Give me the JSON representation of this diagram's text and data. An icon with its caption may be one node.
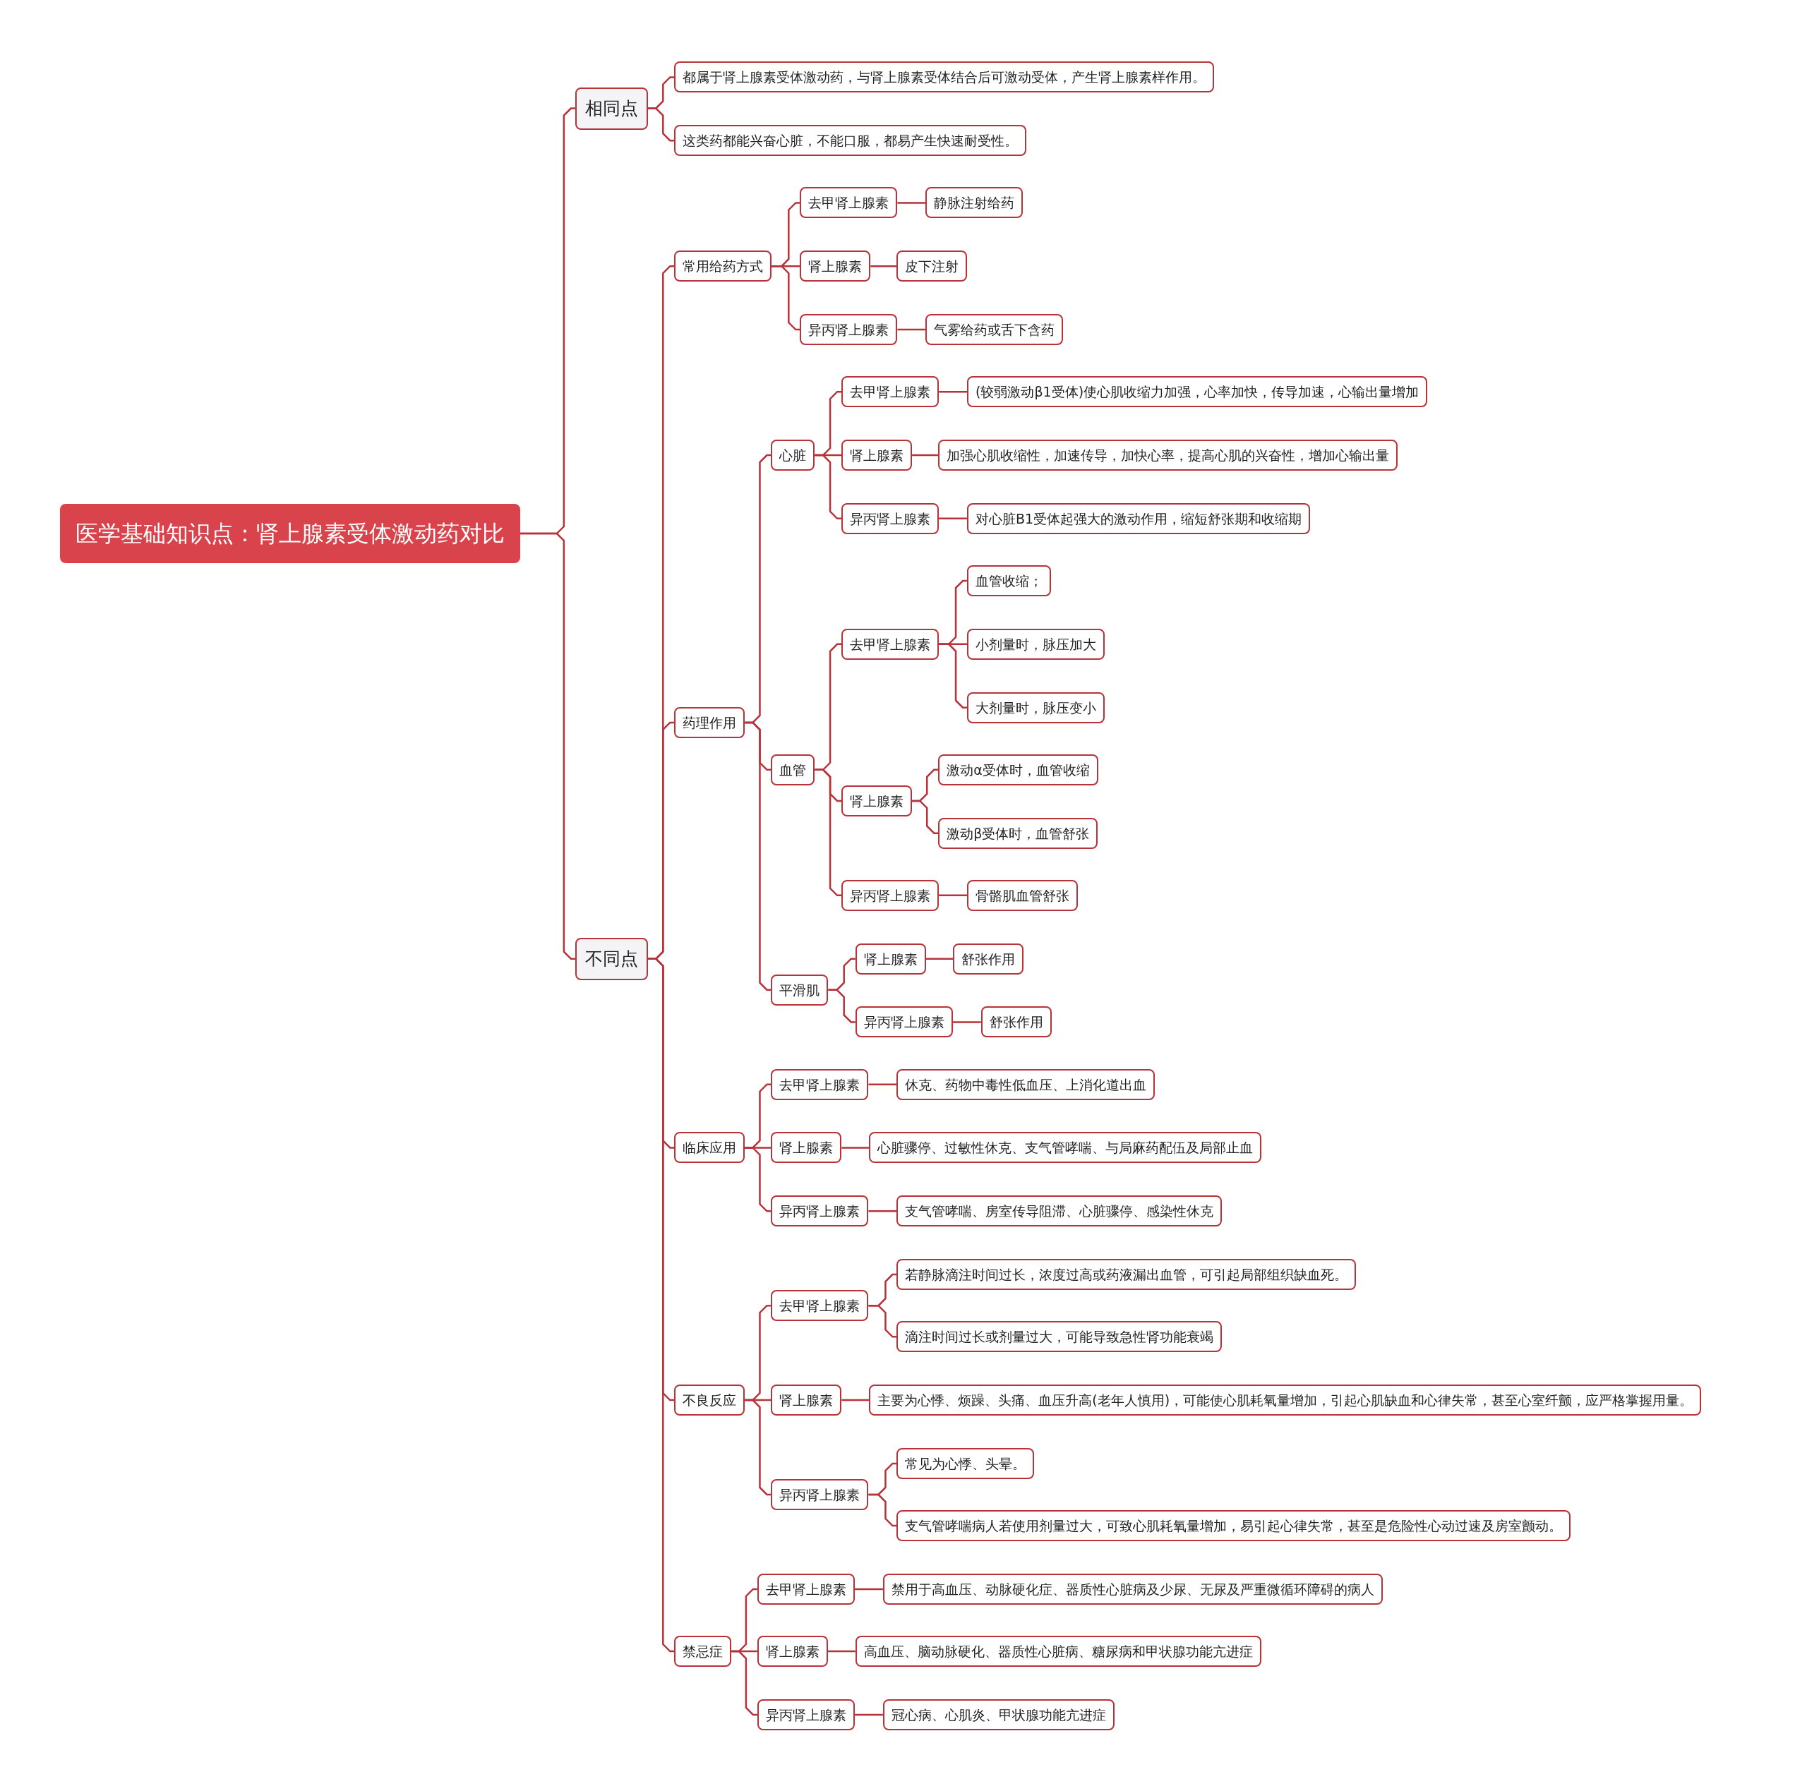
{
  "diagram": {
    "nodes": [
      {
        "text": [
          "医学基础知识点：肾上腺素受体激动药对比"
        ]
      },
      {
        "text": [
          "相同点"
        ]
      },
      {
        "text": [
          "都属于肾上腺素受体激动药，与肾上腺素受体结合后可激动受体，产生肾上腺素样作用。"
        ]
      },
      {
        "text": [
          "这类药都能兴奋心脏，不能口服，都易产生快速耐受性。"
        ]
      },
      {
        "text": [
          "不同点"
        ]
      },
      {
        "text": [
          "常用给药方式"
        ]
      },
      {
        "text": [
          "去甲肾上腺素"
        ]
      },
      {
        "text": [
          "静脉注射给药"
        ]
      },
      {
        "text": [
          "肾上腺素"
        ]
      },
      {
        "text": [
          "皮下注射"
        ]
      },
      {
        "text": [
          "异丙肾上腺素"
        ]
      },
      {
        "text": [
          "气雾给药或舌下含药"
        ]
      },
      {
        "text": [
          "药理作用"
        ]
      },
      {
        "text": [
          "心脏"
        ]
      },
      {
        "text": [
          "去甲肾上腺素"
        ]
      },
      {
        "text": [
          "(较弱激动β1受体)使心肌收缩力加强，心率加快，传导加速，心输出量增加"
        ]
      },
      {
        "text": [
          "肾上腺素"
        ]
      },
      {
        "text": [
          "加强心肌收缩性，加速传导，加快心率，提高心肌的兴奋性，增加心输出量"
        ]
      },
      {
        "text": [
          "异丙肾上腺素"
        ]
      },
      {
        "text": [
          "对心脏B1受体起强大的激动作用，缩短舒张期和收缩期"
        ]
      },
      {
        "text": [
          "血管"
        ]
      },
      {
        "text": [
          "去甲肾上腺素"
        ]
      },
      {
        "text": [
          "血管收缩；"
        ]
      },
      {
        "text": [
          "小剂量时，脉压加大"
        ]
      },
      {
        "text": [
          "大剂量时，脉压变小"
        ]
      },
      {
        "text": [
          "肾上腺素"
        ]
      },
      {
        "text": [
          "激动α受体时，血管收缩"
        ]
      },
      {
        "text": [
          "激动β受体时，血管舒张"
        ]
      },
      {
        "text": [
          "异丙肾上腺素"
        ]
      },
      {
        "text": [
          "骨骼肌血管舒张"
        ]
      },
      {
        "text": [
          "平滑肌"
        ]
      },
      {
        "text": [
          "肾上腺素"
        ]
      },
      {
        "text": [
          "舒张作用"
        ]
      },
      {
        "text": [
          "异丙肾上腺素"
        ]
      },
      {
        "text": [
          "舒张作用"
        ]
      },
      {
        "text": [
          "临床应用"
        ]
      },
      {
        "text": [
          "去甲肾上腺素"
        ]
      },
      {
        "text": [
          "休克、药物中毒性低血压、上消化道出血"
        ]
      },
      {
        "text": [
          "肾上腺素"
        ]
      },
      {
        "text": [
          "心脏骤停、过敏性休克、支气管哮喘、与局麻药配伍及局部止血"
        ]
      },
      {
        "text": [
          "异丙肾上腺素"
        ]
      },
      {
        "text": [
          "支气管哮喘、房室传导阻滞、心脏骤停、感染性休克"
        ]
      },
      {
        "text": [
          "不良反应"
        ]
      },
      {
        "text": [
          "去甲肾上腺素"
        ]
      },
      {
        "text": [
          "若静脉滴注时间过长，浓度过高或药液漏出血管，可引起局部组织缺血死。"
        ]
      },
      {
        "text": [
          "滴注时间过长或剂量过大，可能导致急性肾功能衰竭"
        ]
      },
      {
        "text": [
          "肾上腺素"
        ]
      },
      {
        "text": [
          "主要为心悸、烦躁、头痛、血压升高(老年人慎用)，可能使心肌耗氧量增加，引起心肌缺血和心律失常，甚至心室纤颤，应严格掌握用量。"
        ]
      },
      {
        "text": [
          "异丙肾上腺素"
        ]
      },
      {
        "text": [
          "常见为心悸、头晕。"
        ]
      },
      {
        "text": [
          "支气管哮喘病人若使用剂量过大，可致心肌耗氧量增加，易引起心律失常，甚至是危险性心动过速及房室颤动。"
        ]
      },
      {
        "text": [
          "禁忌症"
        ]
      },
      {
        "text": [
          "去甲肾上腺素"
        ]
      },
      {
        "text": [
          "禁用于高血压、动脉硬化症、器质性心脏病及少尿、无尿及严重微循环障碍的病人"
        ]
      },
      {
        "text": [
          "肾上腺素"
        ]
      },
      {
        "text": [
          "高血压、脑动脉硬化、器质性心脏病、糖尿病和甲状腺功能亢进症"
        ]
      },
      {
        "text": [
          "异丙肾上腺素"
        ]
      },
      {
        "text": [
          "冠心病、心肌炎、甲状腺功能亢进症"
        ]
      }
    ],
    "edges": [
      {
        "from": 0,
        "to": 1,
        "arrow": "none"
      },
      {
        "from": 1,
        "to": 2,
        "arrow": "none"
      },
      {
        "from": 1,
        "to": 3,
        "arrow": "none"
      },
      {
        "from": 0,
        "to": 4,
        "arrow": "none"
      },
      {
        "from": 4,
        "to": 5,
        "arrow": "none"
      },
      {
        "from": 5,
        "to": 6,
        "arrow": "none"
      },
      {
        "from": 6,
        "to": 7,
        "arrow": "none"
      },
      {
        "from": 5,
        "to": 8,
        "arrow": "none"
      },
      {
        "from": 8,
        "to": 9,
        "arrow": "none"
      },
      {
        "from": 5,
        "to": 10,
        "arrow": "none"
      },
      {
        "from": 10,
        "to": 11,
        "arrow": "none"
      },
      {
        "from": 4,
        "to": 12,
        "arrow": "none"
      },
      {
        "from": 12,
        "to": 13,
        "arrow": "none"
      },
      {
        "from": 13,
        "to": 14,
        "arrow": "none"
      },
      {
        "from": 14,
        "to": 15,
        "arrow": "none"
      },
      {
        "from": 13,
        "to": 16,
        "arrow": "none"
      },
      {
        "from": 16,
        "to": 17,
        "arrow": "none"
      },
      {
        "from": 13,
        "to": 18,
        "arrow": "none"
      },
      {
        "from": 18,
        "to": 19,
        "arrow": "none"
      },
      {
        "from": 12,
        "to": 20,
        "arrow": "none"
      },
      {
        "from": 20,
        "to": 21,
        "arrow": "none"
      },
      {
        "from": 21,
        "to": 22,
        "arrow": "none"
      },
      {
        "from": 21,
        "to": 23,
        "arrow": "none"
      },
      {
        "from": 21,
        "to": 24,
        "arrow": "none"
      },
      {
        "from": 20,
        "to": 25,
        "arrow": "none"
      },
      {
        "from": 25,
        "to": 26,
        "arrow": "none"
      },
      {
        "from": 25,
        "to": 27,
        "arrow": "none"
      },
      {
        "from": 20,
        "to": 28,
        "arrow": "none"
      },
      {
        "from": 28,
        "to": 29,
        "arrow": "none"
      },
      {
        "from": 12,
        "to": 30,
        "arrow": "none"
      },
      {
        "from": 30,
        "to": 31,
        "arrow": "none"
      },
      {
        "from": 31,
        "to": 32,
        "arrow": "none"
      },
      {
        "from": 30,
        "to": 33,
        "arrow": "none"
      },
      {
        "from": 33,
        "to": 34,
        "arrow": "none"
      },
      {
        "from": 4,
        "to": 35,
        "arrow": "none"
      },
      {
        "from": 35,
        "to": 36,
        "arrow": "none"
      },
      {
        "from": 36,
        "to": 37,
        "arrow": "none"
      },
      {
        "from": 35,
        "to": 38,
        "arrow": "none"
      },
      {
        "from": 38,
        "to": 39,
        "arrow": "none"
      },
      {
        "from": 35,
        "to": 40,
        "arrow": "none"
      },
      {
        "from": 40,
        "to": 41,
        "arrow": "none"
      },
      {
        "from": 4,
        "to": 42,
        "arrow": "none"
      },
      {
        "from": 42,
        "to": 43,
        "arrow": "none"
      },
      {
        "from": 43,
        "to": 44,
        "arrow": "none"
      },
      {
        "from": 43,
        "to": 45,
        "arrow": "none"
      },
      {
        "from": 42,
        "to": 46,
        "arrow": "none"
      },
      {
        "from": 46,
        "to": 47,
        "arrow": "none"
      },
      {
        "from": 42,
        "to": 48,
        "arrow": "none"
      },
      {
        "from": 48,
        "to": 49,
        "arrow": "none"
      },
      {
        "from": 48,
        "to": 50,
        "arrow": "none"
      },
      {
        "from": 4,
        "to": 51,
        "arrow": "none"
      },
      {
        "from": 51,
        "to": 52,
        "arrow": "none"
      },
      {
        "from": 52,
        "to": 53,
        "arrow": "none"
      },
      {
        "from": 51,
        "to": 54,
        "arrow": "none"
      },
      {
        "from": 54,
        "to": 55,
        "arrow": "none"
      },
      {
        "from": 51,
        "to": 56,
        "arrow": "none"
      },
      {
        "from": 56,
        "to": 57,
        "arrow": "none"
      }
    ]
  }
}
